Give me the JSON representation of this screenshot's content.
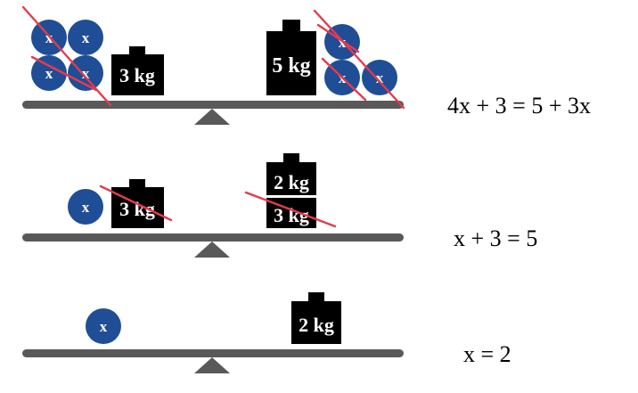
{
  "variable_label": "x",
  "colors": {
    "beam": "#595959",
    "unknown_ball": "#1f4e96",
    "weight": "#000000",
    "strike": "#e63a4d"
  },
  "scales": [
    {
      "equation": "4x + 3 = 5 + 3x",
      "left": {
        "balls": 4,
        "crossed_balls": 3,
        "weights": [
          {
            "label": "3 kg",
            "crossed": false
          }
        ]
      },
      "right": {
        "balls": 3,
        "crossed_balls": 3,
        "weights": [
          {
            "label": "5 kg",
            "crossed": false
          }
        ]
      }
    },
    {
      "equation": "x + 3 = 5",
      "left": {
        "balls": 1,
        "crossed_balls": 0,
        "weights": [
          {
            "label": "3 kg",
            "crossed": true
          }
        ]
      },
      "right": {
        "balls": 0,
        "crossed_balls": 0,
        "weights": [
          {
            "label": "2 kg",
            "crossed": false
          },
          {
            "label": "3 kg",
            "crossed": true
          }
        ]
      }
    },
    {
      "equation": "x = 2",
      "left": {
        "balls": 1,
        "crossed_balls": 0,
        "weights": []
      },
      "right": {
        "balls": 0,
        "crossed_balls": 0,
        "weights": [
          {
            "label": "2 kg",
            "crossed": false
          }
        ]
      }
    }
  ]
}
